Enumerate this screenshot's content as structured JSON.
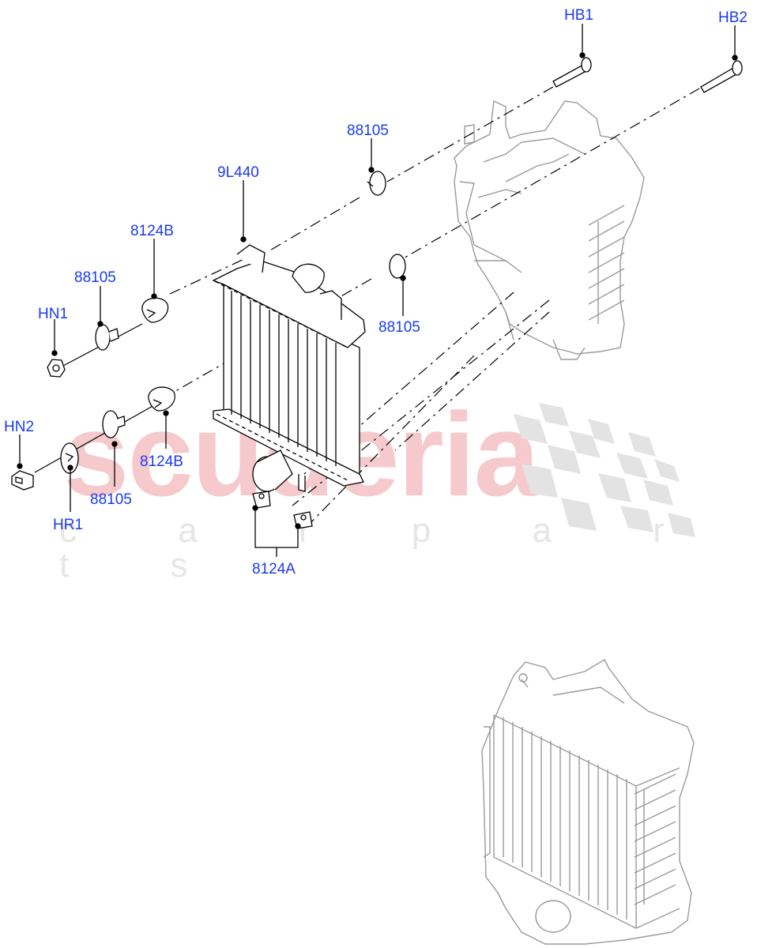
{
  "diagram": {
    "type": "exploded-parts-diagram",
    "subject": "Intercooler assembly with mounting hardware"
  },
  "watermark": {
    "brand": "scuderia",
    "tagline": "c a r   p a r t s",
    "brand_color": "#f6c9cc",
    "tagline_color": "#e6e6e6",
    "checker_color": "#e3e3e3"
  },
  "labels": {
    "hb1": "HB1",
    "hb2": "HB2",
    "p88105_top": "88105",
    "p9l440": "9L440",
    "p8124b_top": "8124B",
    "p88105_left": "88105",
    "hn1": "HN1",
    "p88105_right": "88105",
    "hn2": "HN2",
    "p8124b_low": "8124B",
    "p88105_low": "88105",
    "hr1": "HR1",
    "p8124a": "8124A"
  },
  "colors": {
    "label": "#1a3cf0",
    "line": "#000000",
    "ghost_line": "#9a9a9a"
  }
}
